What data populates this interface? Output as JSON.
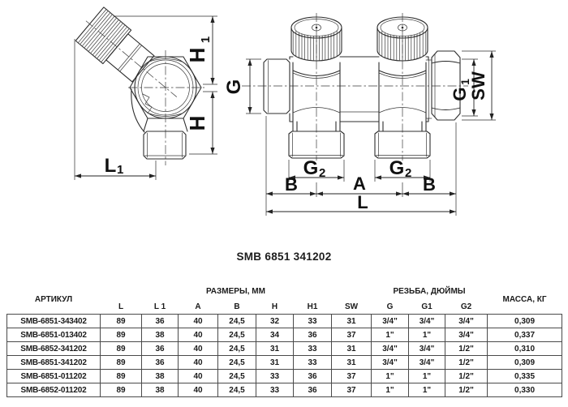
{
  "title": "SMB 6851 341202",
  "dims": {
    "left": {
      "h1": "H",
      "h1_sub": "1",
      "h": "H",
      "l1": "L",
      "l1_sub": "1"
    },
    "right": {
      "g": "G",
      "g1": "G",
      "g1_sub": "1",
      "sw": "SW",
      "g2": "G",
      "g2_sub": "2",
      "b1": "B",
      "a": "A",
      "b2": "B",
      "l": "L"
    }
  },
  "table": {
    "col_article": "АРТИКУЛ",
    "group_dimensions": "РАЗМЕРЫ, ММ",
    "group_thread": "РЕЗЬБА, ДЮЙМЫ",
    "col_mass": "МАССА, КГ",
    "sub_headers": [
      "L",
      "L 1",
      "A",
      "B",
      "H",
      "H1",
      "SW",
      "G",
      "G1",
      "G2"
    ],
    "rows": [
      {
        "article": "SMB-6851-343402",
        "values": [
          "89",
          "36",
          "40",
          "24,5",
          "32",
          "33",
          "31",
          "3/4\"",
          "3/4\"",
          "3/4\"",
          "0,309"
        ]
      },
      {
        "article": "SMB-6851-013402",
        "values": [
          "89",
          "38",
          "40",
          "24,5",
          "34",
          "36",
          "37",
          "1\"",
          "1\"",
          "3/4\"",
          "0,337"
        ]
      },
      {
        "article": "SMB-6852-341202",
        "values": [
          "89",
          "36",
          "40",
          "24,5",
          "31",
          "33",
          "31",
          "3/4\"",
          "3/4\"",
          "1/2\"",
          "0,310"
        ]
      },
      {
        "article": "SMB-6851-341202",
        "values": [
          "89",
          "36",
          "40",
          "24,5",
          "31",
          "33",
          "31",
          "3/4\"",
          "3/4\"",
          "1/2\"",
          "0,309"
        ]
      },
      {
        "article": "SMB-6851-011202",
        "values": [
          "89",
          "38",
          "40",
          "24,5",
          "33",
          "36",
          "37",
          "1\"",
          "1\"",
          "1/2\"",
          "0,335"
        ]
      },
      {
        "article": "SMB-6852-011202",
        "values": [
          "89",
          "38",
          "40",
          "24,5",
          "33",
          "36",
          "37",
          "1\"",
          "1\"",
          "1/2\"",
          "0,330"
        ]
      }
    ]
  },
  "colors": {
    "line": "#2d2d2d",
    "text": "#1b1b1b",
    "background": "#ffffff"
  }
}
